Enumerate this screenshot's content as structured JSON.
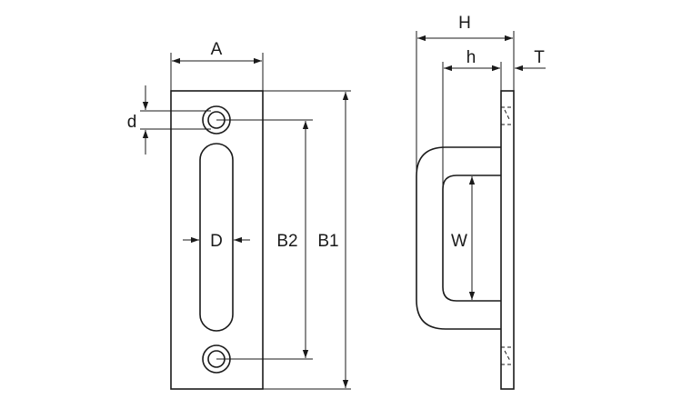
{
  "labels": {
    "A": "A",
    "d": "d",
    "D": "D",
    "B2": "B2",
    "B1": "B1",
    "H": "H",
    "h": "h",
    "T": "T",
    "W": "W"
  }
}
